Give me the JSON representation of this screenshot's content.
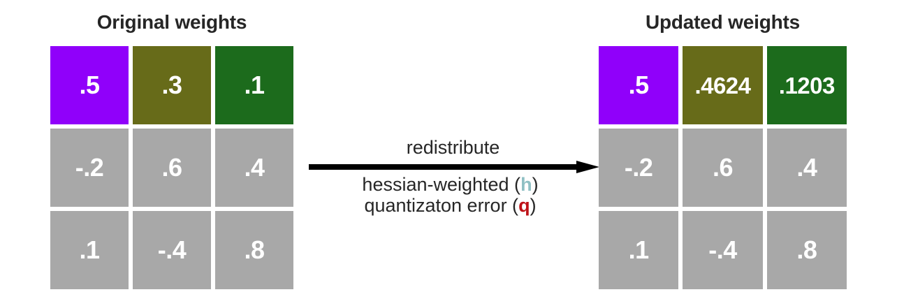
{
  "panels": [
    {
      "id": "original",
      "title": "Original weights",
      "rows": [
        [
          {
            "value": ".5",
            "color": "#9000FA"
          },
          {
            "value": ".3",
            "color": "#676B19"
          },
          {
            "value": ".1",
            "color": "#1C6B1C"
          }
        ],
        [
          {
            "value": "-.2",
            "color": "#A8A8A8"
          },
          {
            "value": ".6",
            "color": "#A8A8A8"
          },
          {
            "value": ".4",
            "color": "#A8A8A8"
          }
        ],
        [
          {
            "value": ".1",
            "color": "#A8A8A8"
          },
          {
            "value": "-.4",
            "color": "#A8A8A8"
          },
          {
            "value": ".8",
            "color": "#A8A8A8"
          }
        ]
      ]
    },
    {
      "id": "updated",
      "title": "Updated weights",
      "rows": [
        [
          {
            "value": ".5",
            "color": "#9000FA"
          },
          {
            "value": ".4624",
            "color": "#676B19"
          },
          {
            "value": ".1203",
            "color": "#1C6B1C"
          }
        ],
        [
          {
            "value": "-.2",
            "color": "#A8A8A8"
          },
          {
            "value": ".6",
            "color": "#A8A8A8"
          },
          {
            "value": ".4",
            "color": "#A8A8A8"
          }
        ],
        [
          {
            "value": ".1",
            "color": "#A8A8A8"
          },
          {
            "value": "-.4",
            "color": "#A8A8A8"
          },
          {
            "value": ".8",
            "color": "#A8A8A8"
          }
        ]
      ]
    }
  ],
  "center": {
    "caption_above": "redistribute",
    "caption_line2_prefix": "hessian-weighted (",
    "caption_line2_token": "h",
    "caption_line2_suffix": ")",
    "caption_line3_prefix": "quantizaton error (",
    "caption_line3_token": "q",
    "caption_line3_suffix": ")",
    "arrow_direction": "right"
  },
  "colors": {
    "purple": "#9000FA",
    "olive": "#676B19",
    "green": "#1C6B1C",
    "gray": "#A8A8A8",
    "hessian_token": "#8FC0C4",
    "quant_token": "#BE1218",
    "text": "#262626",
    "arrow": "#000000",
    "background": "#FFFFFF"
  }
}
